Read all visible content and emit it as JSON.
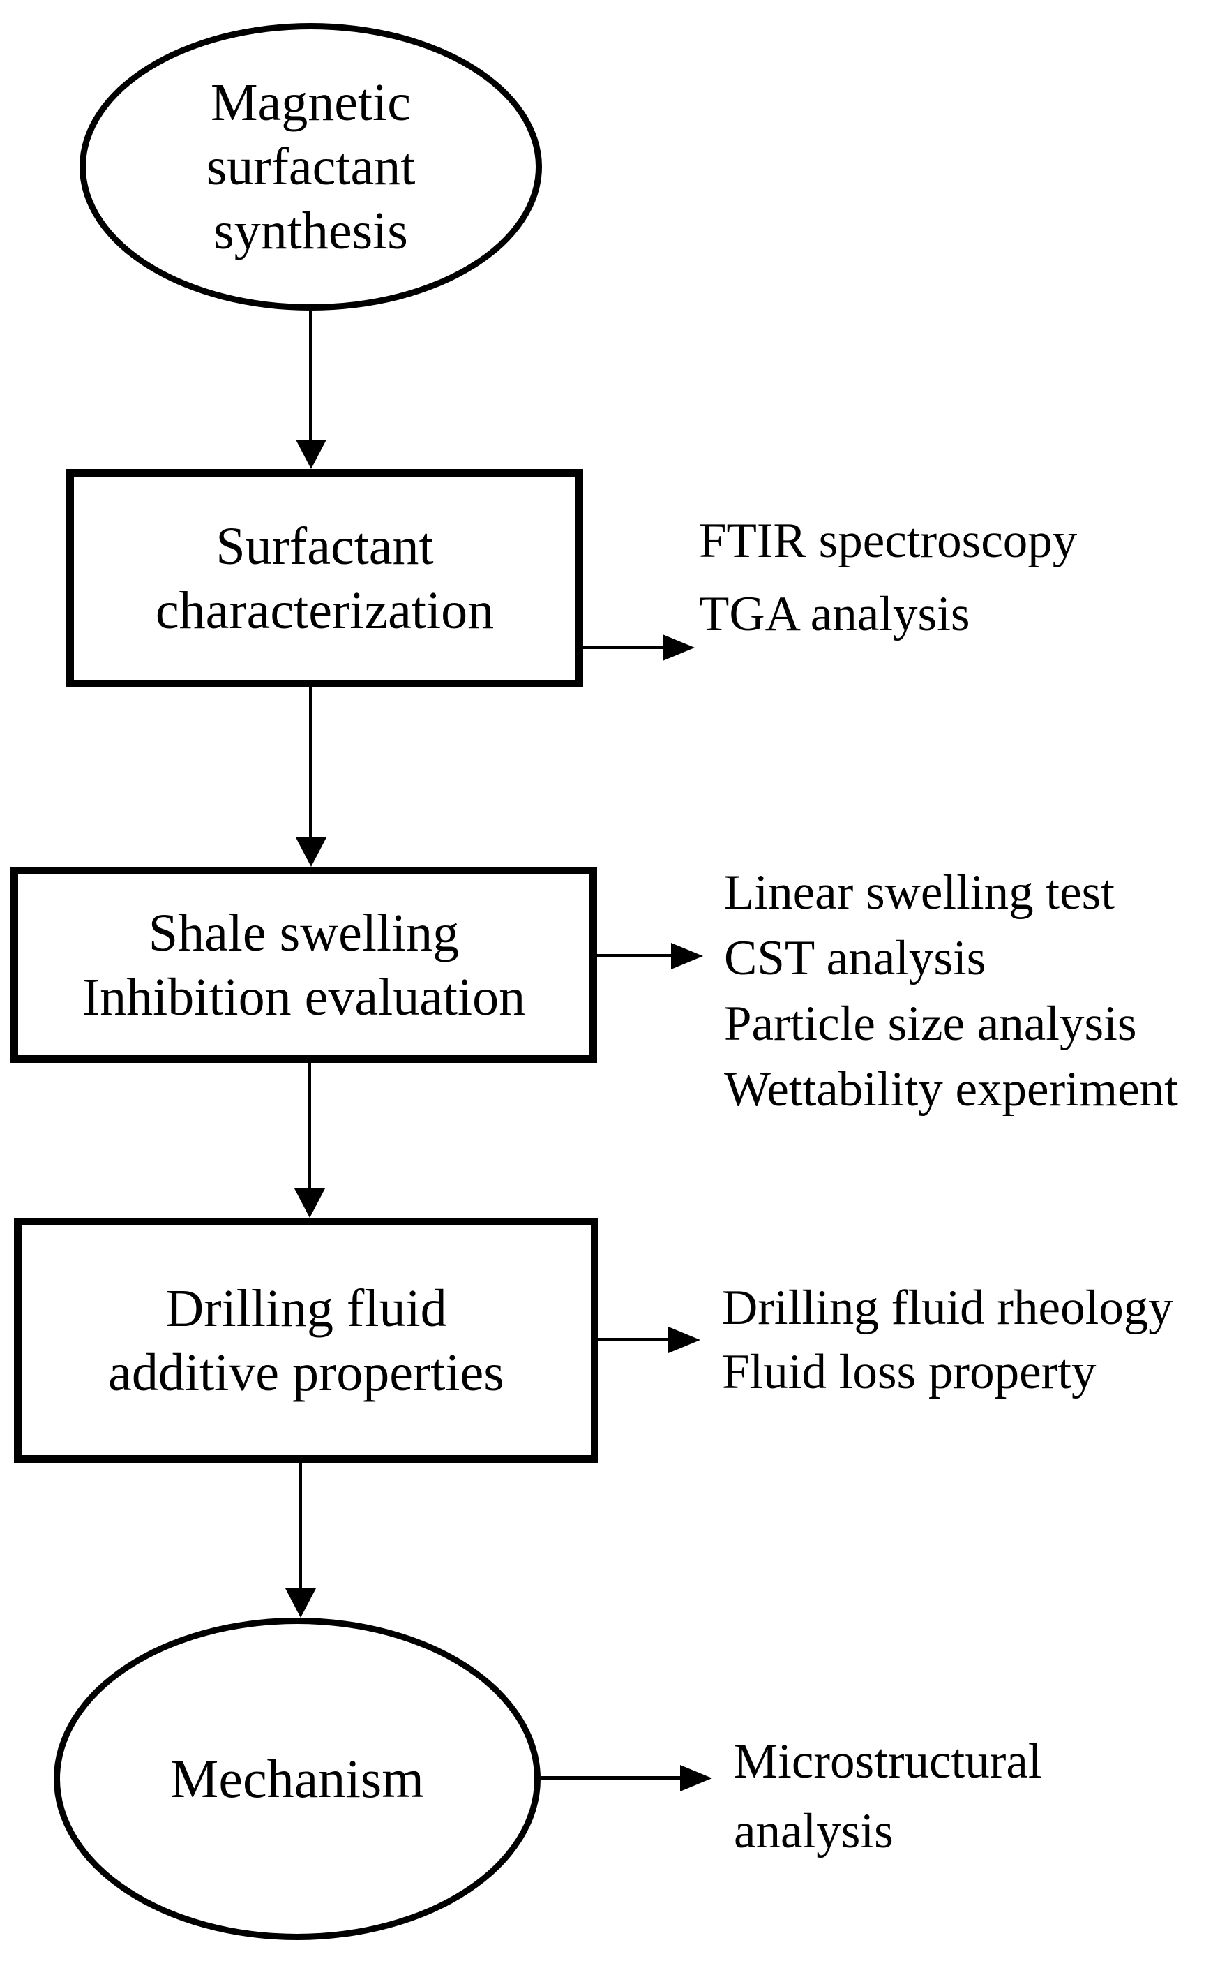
{
  "flow": {
    "colors": {
      "stroke": "#000000",
      "fill": "#ffffff",
      "text": "#000000"
    },
    "nodes": [
      {
        "shape": "ellipse",
        "label": "Magnetic surfactant synthesis"
      },
      {
        "shape": "box",
        "label": "Surfactant characterization"
      },
      {
        "shape": "box",
        "label": "Shale swelling Inhibition evaluation"
      },
      {
        "shape": "box",
        "label": "Drilling fluid additive properties"
      },
      {
        "shape": "ellipse",
        "label": "Mechanism"
      }
    ],
    "annotations": [
      {
        "target": "Surfactant characterization",
        "lines": [
          "FTIR spectroscopy",
          "TGA analysis"
        ]
      },
      {
        "target": "Shale swelling Inhibition evaluation",
        "lines": [
          "Linear swelling test",
          "CST analysis",
          "Particle size analysis",
          "Wettability experiment"
        ]
      },
      {
        "target": "Drilling fluid additive properties",
        "lines": [
          "Drilling fluid rheology",
          "Fluid loss property"
        ]
      },
      {
        "target": "Mechanism",
        "lines": [
          "Microstructural analysis"
        ]
      }
    ]
  }
}
